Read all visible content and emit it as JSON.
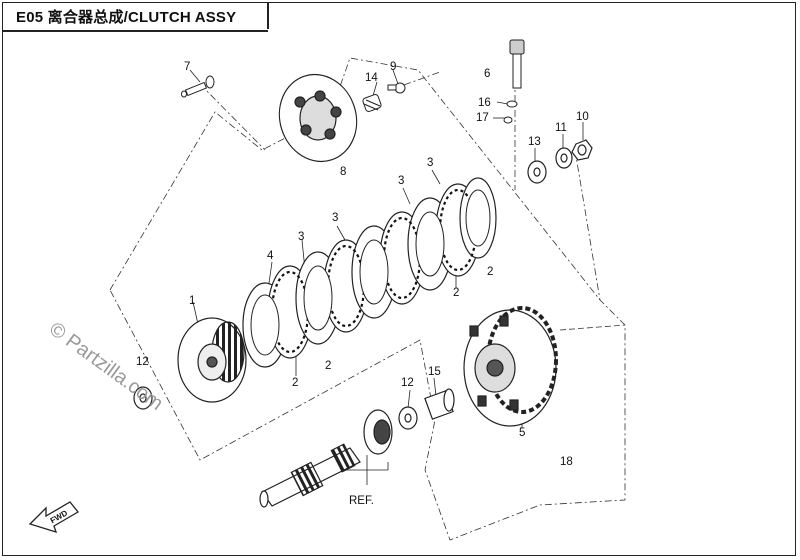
{
  "page": {
    "title": "E05 离合器总成/CLUTCH ASSY",
    "watermark": "© Partzilla.com",
    "fwd_label": "FWD"
  },
  "callouts": {
    "c1": "1",
    "c2a": "2",
    "c2b": "2",
    "c2c": "2",
    "c2d": "2",
    "c3a": "3",
    "c3b": "3",
    "c3c": "3",
    "c3d": "3",
    "c4": "4",
    "c5": "5",
    "c6": "6",
    "c7": "7",
    "c8": "8",
    "c9": "9",
    "c10": "10",
    "c11": "11",
    "c12a": "12",
    "c12b": "12",
    "c13": "13",
    "c14": "14",
    "c15": "15",
    "c16": "16",
    "c17": "17",
    "c18": "18",
    "ref": "REF."
  }
}
